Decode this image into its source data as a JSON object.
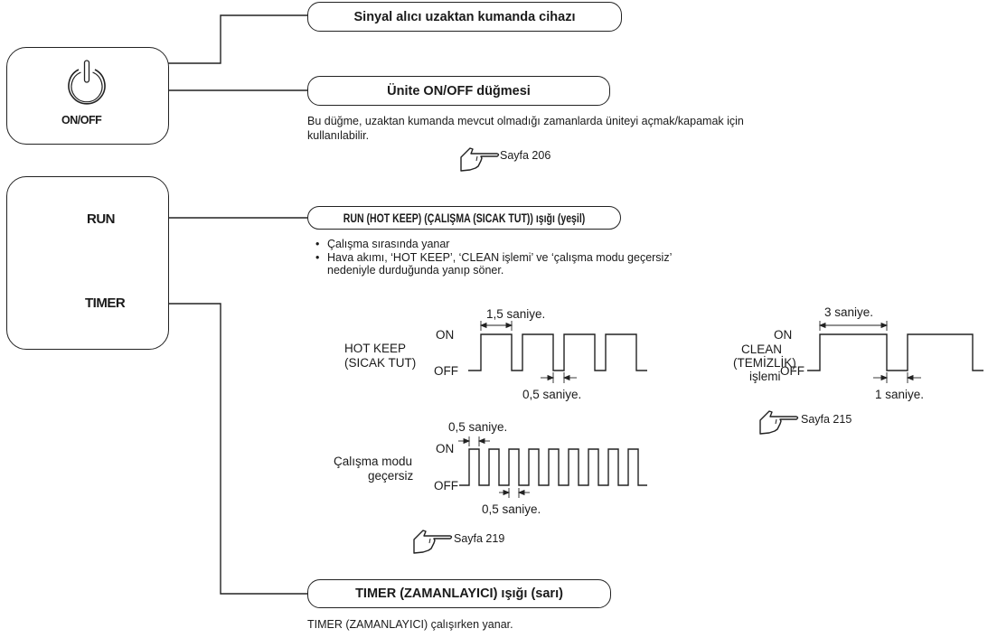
{
  "remote_receiver": {
    "label": "Sinyal alıcı uzaktan kumanda cihazı"
  },
  "onoff_button": {
    "panel_label": "ON/OFF",
    "title": "Ünite ON/OFF düğmesi",
    "description_line1": "Bu düğme, uzaktan kumanda mevcut olmadığı zamanlarda üniteyi açmak/kapamak için",
    "description_line2": "kullanılabilir.",
    "page_ref": "Sayfa 206"
  },
  "lamp_panel": {
    "run_label": "RUN",
    "timer_label": "TIMER"
  },
  "run_lamp": {
    "title": "RUN (HOT KEEP) (ÇALIŞMA (SICAK TUT)) ışığı (yeşil)",
    "bullets": [
      "Çalışma sırasında yanar",
      "Hava akımı, ‘HOT KEEP’, ‘CLEAN işlemi’ ve ‘çalışma modu geçersiz’",
      "nedeniyle durduğunda yanıp söner."
    ]
  },
  "hot_keep": {
    "label_line1": "HOT KEEP",
    "label_line2": "(SICAK TUT)",
    "on": "ON",
    "off": "OFF",
    "on_time": "1,5 saniye.",
    "off_time": "0,5 saniye."
  },
  "clean": {
    "label_line1": "CLEAN",
    "label_line2": "(TEMİZLİK)",
    "label_line3": "işlemi",
    "on": "ON",
    "off": "OFF",
    "on_time": "3 saniye.",
    "off_time": "1 saniye.",
    "page_ref": "Sayfa 215"
  },
  "invalid_mode": {
    "label_line1": "Çalışma modu",
    "label_line2": "geçersiz",
    "on": "ON",
    "off": "OFF",
    "on_time": "0,5 saniye.",
    "off_time": "0,5 saniye.",
    "page_ref": "Sayfa 219"
  },
  "timer_lamp": {
    "title": "TIMER (ZAMANLAYICI) ışığı (sarı)",
    "description": "TIMER (ZAMANLAYICI) çalışırken yanar."
  },
  "icons": [
    "power-icon",
    "pointing-hand-icon"
  ]
}
